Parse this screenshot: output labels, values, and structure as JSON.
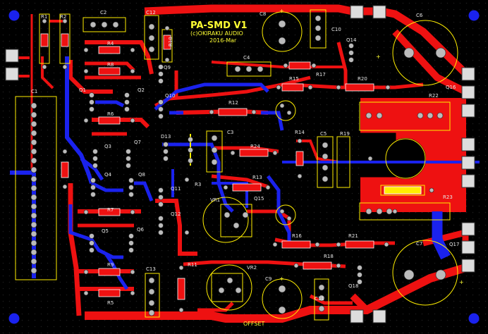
{
  "title": {
    "line1": "PA-SMD V1",
    "line2": "(c)OKIRAKU AUDIO",
    "line3": "2016-Mar"
  },
  "offset_label": "OFFSET",
  "plus_sign": "+",
  "colors": {
    "board": "#000000",
    "top_copper": "#ee1111",
    "bottom_copper": "#1a22ee",
    "silk": "#e6e6e6",
    "pad": "#bbbbbb",
    "highlight": "#ffee00"
  },
  "labels": [
    {
      "id": "r1",
      "text": "R1"
    },
    {
      "id": "r2",
      "text": "R2"
    },
    {
      "id": "c2",
      "text": "C2"
    },
    {
      "id": "c12",
      "text": "C12"
    },
    {
      "id": "r10",
      "text": "R10"
    },
    {
      "id": "c8",
      "text": "C8"
    },
    {
      "id": "c10",
      "text": "C10"
    },
    {
      "id": "c6",
      "text": "C6"
    },
    {
      "id": "r4",
      "text": "R4"
    },
    {
      "id": "r8",
      "text": "R8"
    },
    {
      "id": "q9",
      "text": "Q9"
    },
    {
      "id": "c4",
      "text": "C4"
    },
    {
      "id": "q14",
      "text": "Q14"
    },
    {
      "id": "q1",
      "text": "Q1"
    },
    {
      "id": "q2",
      "text": "Q2"
    },
    {
      "id": "q10",
      "text": "Q10"
    },
    {
      "id": "r15",
      "text": "R15"
    },
    {
      "id": "r17",
      "text": "R17"
    },
    {
      "id": "r20",
      "text": "R20"
    },
    {
      "id": "q16",
      "text": "Q16"
    },
    {
      "id": "c1",
      "text": "C1"
    },
    {
      "id": "r6",
      "text": "R6"
    },
    {
      "id": "r12",
      "text": "R12"
    },
    {
      "id": "r22",
      "text": "R22"
    },
    {
      "id": "d13",
      "text": "D13"
    },
    {
      "id": "c3",
      "text": "C3"
    },
    {
      "id": "r14",
      "text": "R14"
    },
    {
      "id": "c5",
      "text": "C5"
    },
    {
      "id": "r19",
      "text": "R19"
    },
    {
      "id": "q3",
      "text": "Q3"
    },
    {
      "id": "q7",
      "text": "Q7"
    },
    {
      "id": "r24",
      "text": "R24"
    },
    {
      "id": "q4",
      "text": "Q4"
    },
    {
      "id": "r13",
      "text": "R13"
    },
    {
      "id": "q8",
      "text": "Q8"
    },
    {
      "id": "q11",
      "text": "Q11"
    },
    {
      "id": "r23",
      "text": "R23"
    },
    {
      "id": "vr1",
      "text": "VR1"
    },
    {
      "id": "q15",
      "text": "Q15"
    },
    {
      "id": "r7",
      "text": "R7"
    },
    {
      "id": "q12",
      "text": "Q12"
    },
    {
      "id": "q5",
      "text": "Q5"
    },
    {
      "id": "q6",
      "text": "Q6"
    },
    {
      "id": "r16",
      "text": "R16"
    },
    {
      "id": "r21",
      "text": "R21"
    },
    {
      "id": "c7",
      "text": "C7"
    },
    {
      "id": "q17",
      "text": "Q17"
    },
    {
      "id": "r9",
      "text": "R9"
    },
    {
      "id": "r11",
      "text": "R11"
    },
    {
      "id": "r18",
      "text": "R18"
    },
    {
      "id": "c13",
      "text": "C13"
    },
    {
      "id": "vr2",
      "text": "VR2"
    },
    {
      "id": "c9",
      "text": "C9"
    },
    {
      "id": "r5",
      "text": "R5"
    },
    {
      "id": "c11",
      "text": "C11"
    },
    {
      "id": "q18",
      "text": "Q18"
    },
    {
      "id": "r3",
      "text": "R3"
    }
  ]
}
